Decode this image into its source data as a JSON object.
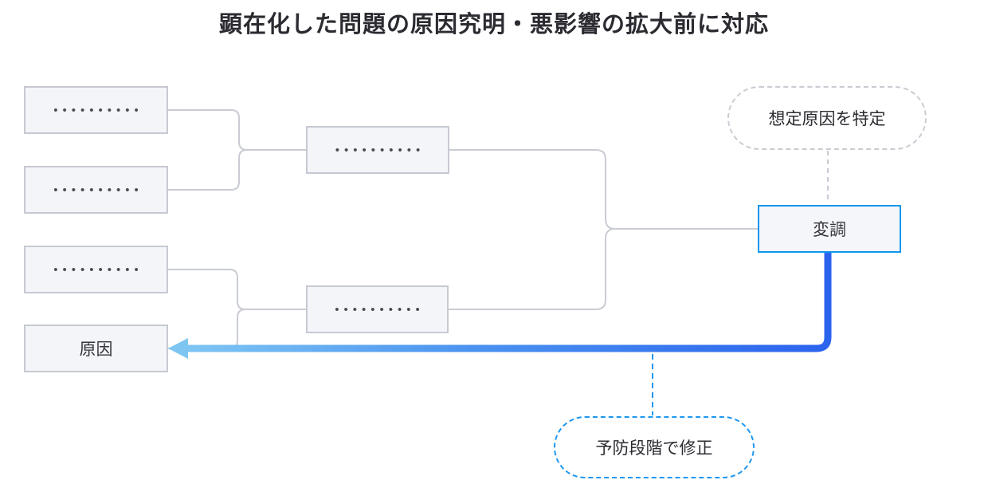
{
  "title": "顕在化した問題の原因究明・悪影響の拡大前に対応",
  "diagram": {
    "dots": "••••••••••",
    "cause_label": "原因",
    "anomaly_label": "変調",
    "callouts": {
      "assumed_cause": "想定原因を特定",
      "prevention_fix": "予防段階で修正"
    },
    "colors": {
      "box_fill": "#f4f5f9",
      "box_border": "#c7c9d2",
      "connector_gray": "#c9ccd3",
      "anomaly_border_blue": "#0f97ec",
      "dashed_blue": "#1e97f0",
      "arrow_gradient_start": "#7ec6f2",
      "arrow_gradient_end": "#2b63ee",
      "text_dark": "#2b2b31"
    }
  }
}
